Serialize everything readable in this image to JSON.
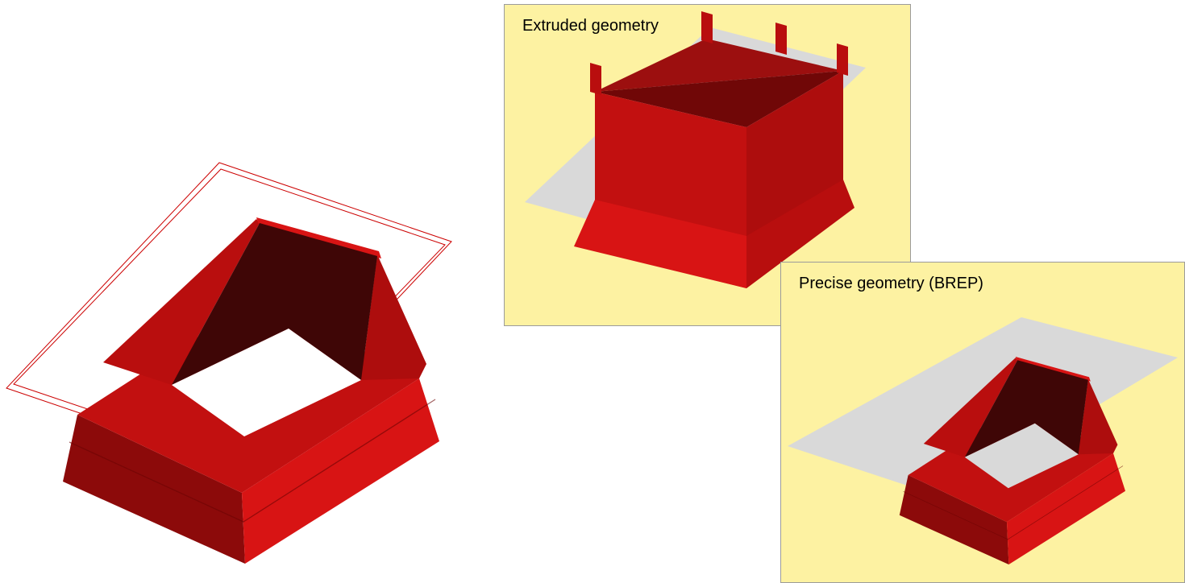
{
  "figure": {
    "panels": [
      {
        "id": "extruded",
        "label": "Extruded geometry"
      },
      {
        "id": "brep",
        "label": "Precise geometry (BREP)"
      }
    ]
  },
  "colors": {
    "page_bg": "#ffffff",
    "panel_bg": "#fdf2a2",
    "panel_border": "#9b9b9b",
    "label": "#000000",
    "wireframe": "#cc0000",
    "plane_gray": "#d9d9d9",
    "red_bright": "#d81414",
    "red_mid": "#c21010",
    "red_mid2": "#b90e0e",
    "red_side": "#ad0d0d",
    "red_side2": "#b80e0e",
    "red_dark": "#8c0a0a",
    "red_deep": "#700707",
    "red_inner_light": "#9c0f0f",
    "inner_dark": "#3f0606",
    "seam": "#6b0404"
  }
}
